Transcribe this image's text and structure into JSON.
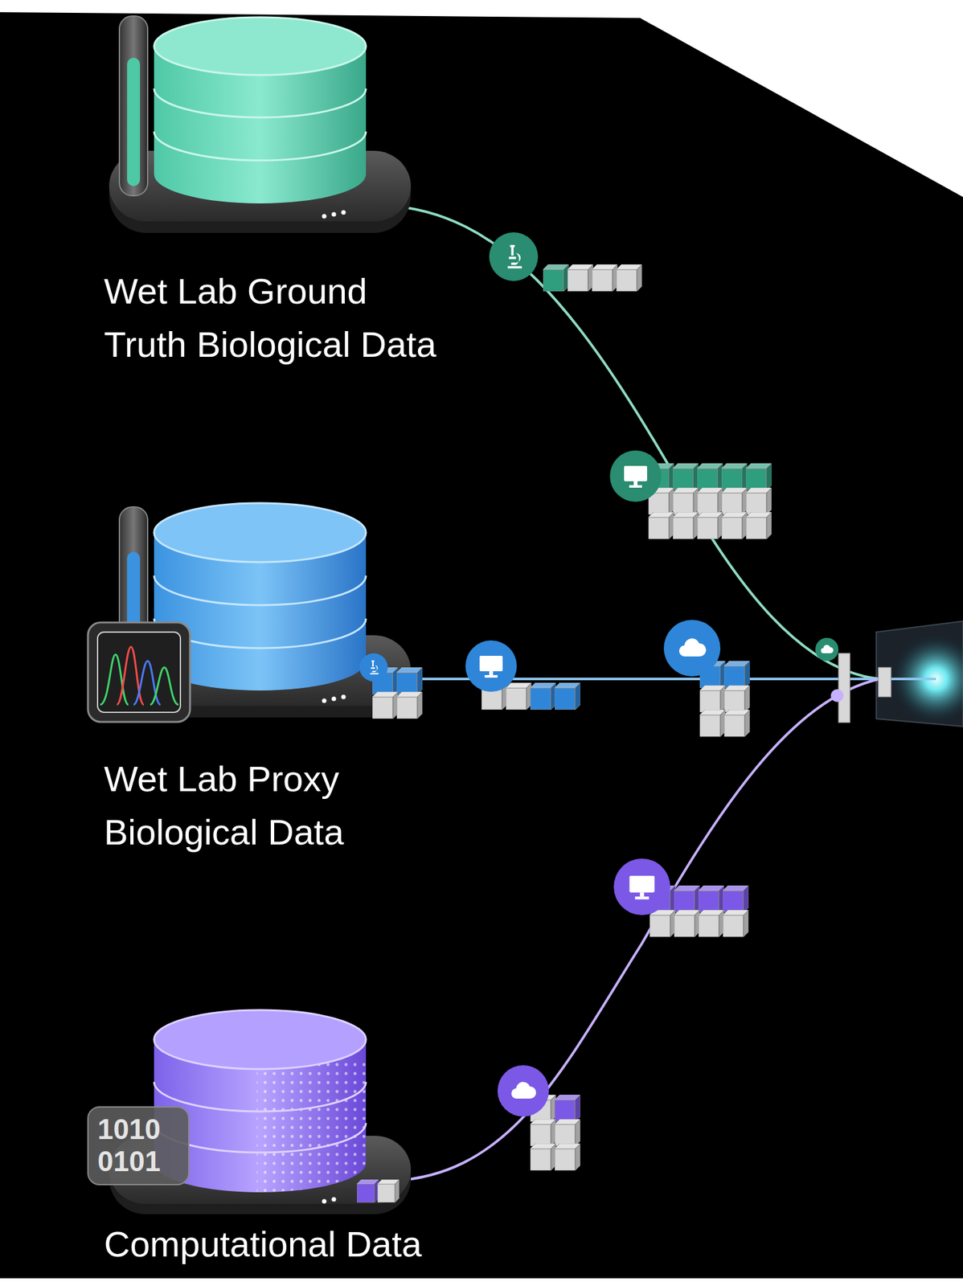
{
  "diagram": {
    "nodes": [
      {
        "text": [
          "Wet Lab Ground Truth Biological Data"
        ]
      },
      {
        "text": [
          "Wet Lab Proxy Biological Data"
        ]
      },
      {
        "text": [
          "Computational Data"
        ]
      }
    ],
    "labels": [
      "1010 0101"
    ]
  }
}
